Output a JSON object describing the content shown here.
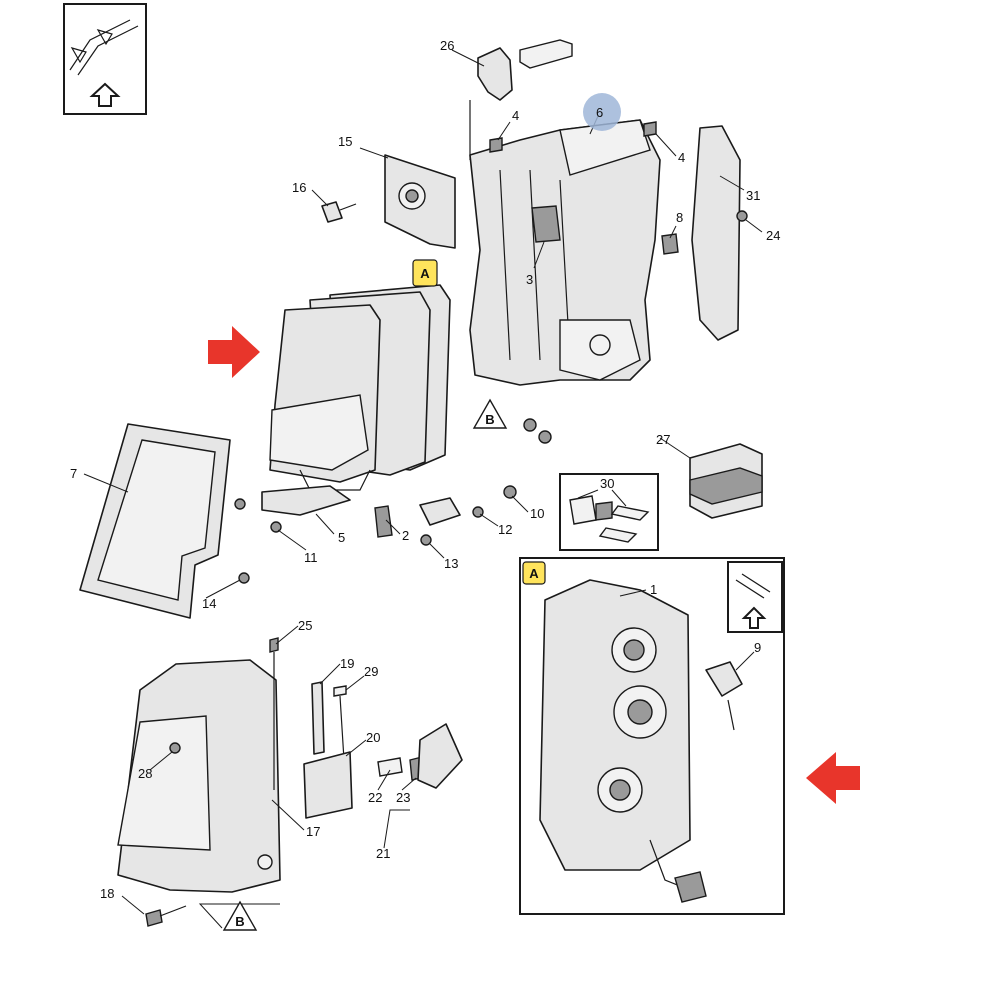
{
  "colors": {
    "arrow_red": "#e8352b",
    "tag_yellow": "#ffe45c",
    "highlight_blue": "#9fb6d8"
  },
  "callouts": {
    "c1": "1",
    "c2": "2",
    "c3": "3",
    "c4a": "4",
    "c4b": "4",
    "c5": "5",
    "c6": "6",
    "c7": "7",
    "c8": "8",
    "c9": "9",
    "c10": "10",
    "c11": "11",
    "c12": "12",
    "c13": "13",
    "c14": "14",
    "c15": "15",
    "c16": "16",
    "c17": "17",
    "c18": "18",
    "c19": "19",
    "c20": "20",
    "c21": "21",
    "c22": "22",
    "c23": "23",
    "c24": "24",
    "c25": "25",
    "c26": "26",
    "c27": "27",
    "c28": "28",
    "c29": "29",
    "c30": "30",
    "c31": "31"
  },
  "tags": {
    "a_main": "A",
    "a_detail": "A",
    "b_bracket": "B",
    "b_corner": "B"
  },
  "icons": {
    "orientation_top": "up-arrow-icon",
    "orientation_detail": "up-arrow-icon",
    "arrow_left_panel": "red-arrow-right-icon",
    "arrow_right_panel": "red-arrow-left-icon"
  }
}
